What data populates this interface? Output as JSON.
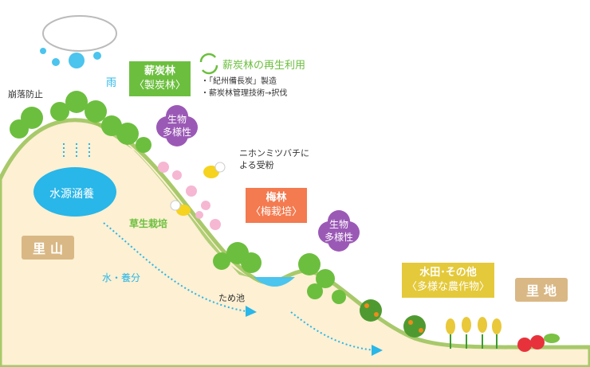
{
  "labels": {
    "erosion": "崩落防止",
    "rain": "雨",
    "water_source": "水源涵養",
    "satoyama": "里山",
    "satochi": "里地",
    "grass": "草生栽培",
    "water_nutrients": "水・養分",
    "pond": "ため池",
    "bee": [
      "ニホンミツバチに",
      "よる受粉"
    ]
  },
  "callouts": {
    "charcoal": {
      "title": "薪炭林",
      "sub": "〈製炭林〉",
      "color": "#6cbf3e"
    },
    "ume": {
      "title": "梅林",
      "sub": "〈梅栽培〉",
      "color": "#f47a4f"
    },
    "paddy": {
      "title": "水田･その他",
      "sub": "〈多様な農作物〉",
      "color": "#e4c93a"
    }
  },
  "regeneration": {
    "title": "薪炭林の再生利用",
    "items": [
      "・「紀州備長炭」製造",
      "・薪炭林管理技術→択伐"
    ],
    "icon": "recycle-icon"
  },
  "biodiversity": {
    "line1": "生物",
    "line2": "多様性",
    "color": "#9b59b6"
  }
}
